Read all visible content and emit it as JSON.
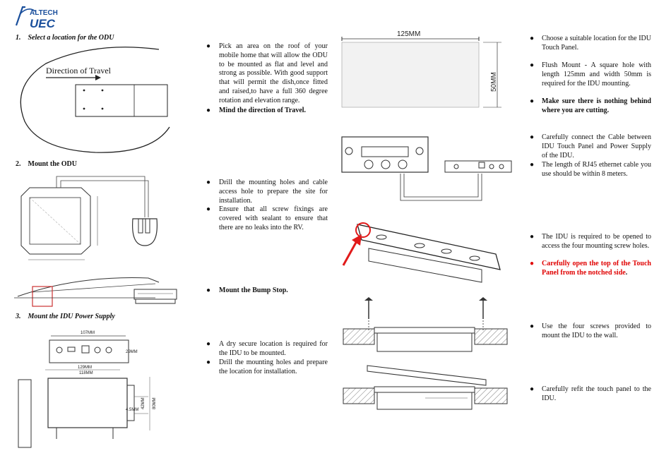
{
  "logo": {
    "brand_top": "ALTECH",
    "brand_bottom": "UEC"
  },
  "steps": [
    {
      "num": "1.",
      "label": "Select a location for the ODU"
    },
    {
      "num": "2.",
      "label": "Mount the ODU"
    },
    {
      "num": "3.",
      "label": "Mount the IDU Power Supply"
    }
  ],
  "diagram_labels": {
    "direction_of_travel": "Direction of Travel",
    "d125": "125MM",
    "d50": "50MM",
    "d107": "107MM",
    "d29": "29MM",
    "d129": "129MM",
    "d118": "118MM",
    "d42": "42MM",
    "d80": "80MM",
    "d45": "4.5MM"
  },
  "middle": {
    "b1": "Pick an area on the roof of your mobile home that will allow the ODU to be mounted as flat and level and strong as possible. With good support that will permit the dish,once fitted and raised,to have a full 360 degree rotation and elevation range.",
    "b2": "Mind the direction of Travel.",
    "b3": "Drill the mounting holes and cable access hole to prepare the site for installation.",
    "b4": "Ensure that all screw fixings are covered with sealant to ensure that there are no leaks into the RV.",
    "b5": "Mount the Bump Stop.",
    "b6": "A dry secure location is required for the IDU to be mounted.",
    "b7": "Drill the mounting holes and prepare the location for installation."
  },
  "right": {
    "r1": "Choose a suitable location for the IDU Touch Panel.",
    "r2": "Flush Mount - A square hole with length 125mm and width 50mm is required for the IDU mounting.",
    "r3": "Make sure there is nothing behind where you are cutting.",
    "r4": "Carefully connect the Cable between IDU Touch Panel and Power Supply of the IDU.",
    "r5": "The length of RJ45 ethernet cable you use should be within 8 meters.",
    "r6": "The IDU is required to be opened to access the four mounting screw holes.",
    "r7_main": "Carefully open the top of the Touch Panel from the notched side",
    "r7_end": ".",
    "r8": "Use the four screws provided to mount the IDU to the wall.",
    "r9": "Carefully refit the touch panel to the IDU."
  },
  "colors": {
    "logo_blue": "#1a4f9c",
    "warn_red": "#e00000",
    "arrow_red": "#e11a1a"
  }
}
